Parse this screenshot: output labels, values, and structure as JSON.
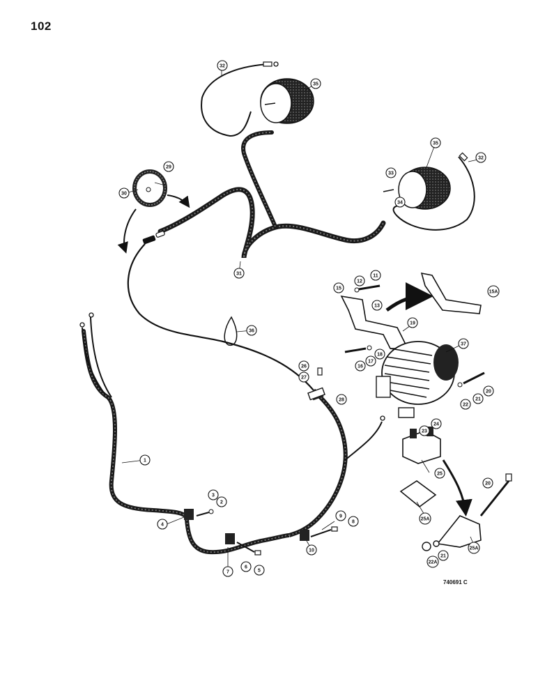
{
  "page_number": "102",
  "drawing_id": "740691 C",
  "callouts": [
    {
      "id": "c1",
      "label": "1"
    },
    {
      "id": "c2",
      "label": "2"
    },
    {
      "id": "c3",
      "label": "3"
    },
    {
      "id": "c4",
      "label": "4"
    },
    {
      "id": "c5",
      "label": "5"
    },
    {
      "id": "c6",
      "label": "6"
    },
    {
      "id": "c7",
      "label": "7"
    },
    {
      "id": "c8",
      "label": "8"
    },
    {
      "id": "c9",
      "label": "9"
    },
    {
      "id": "c10",
      "label": "10"
    },
    {
      "id": "c11",
      "label": "11"
    },
    {
      "id": "c12",
      "label": "12"
    },
    {
      "id": "c13",
      "label": "13"
    },
    {
      "id": "c15",
      "label": "15"
    },
    {
      "id": "c15a",
      "label": "15A"
    },
    {
      "id": "c16",
      "label": "16"
    },
    {
      "id": "c17",
      "label": "17"
    },
    {
      "id": "c18",
      "label": "18"
    },
    {
      "id": "c19",
      "label": "19"
    },
    {
      "id": "c20a",
      "label": "20"
    },
    {
      "id": "c20b",
      "label": "20"
    },
    {
      "id": "c21a",
      "label": "21"
    },
    {
      "id": "c21b",
      "label": "21"
    },
    {
      "id": "c22a",
      "label": "22"
    },
    {
      "id": "c22b",
      "label": "22A"
    },
    {
      "id": "c23",
      "label": "23"
    },
    {
      "id": "c24",
      "label": "24"
    },
    {
      "id": "c25",
      "label": "25"
    },
    {
      "id": "c25a",
      "label": "25A"
    },
    {
      "id": "c25b",
      "label": "25A"
    },
    {
      "id": "c26",
      "label": "26"
    },
    {
      "id": "c27",
      "label": "27"
    },
    {
      "id": "c28",
      "label": "28"
    },
    {
      "id": "c29",
      "label": "29"
    },
    {
      "id": "c30",
      "label": "30"
    },
    {
      "id": "c31",
      "label": "31"
    },
    {
      "id": "c32a",
      "label": "32"
    },
    {
      "id": "c32b",
      "label": "32"
    },
    {
      "id": "c33",
      "label": "33"
    },
    {
      "id": "c34",
      "label": "34"
    },
    {
      "id": "c35a",
      "label": "35"
    },
    {
      "id": "c35b",
      "label": "35"
    },
    {
      "id": "c36",
      "label": "36"
    },
    {
      "id": "c37",
      "label": "37"
    }
  ]
}
